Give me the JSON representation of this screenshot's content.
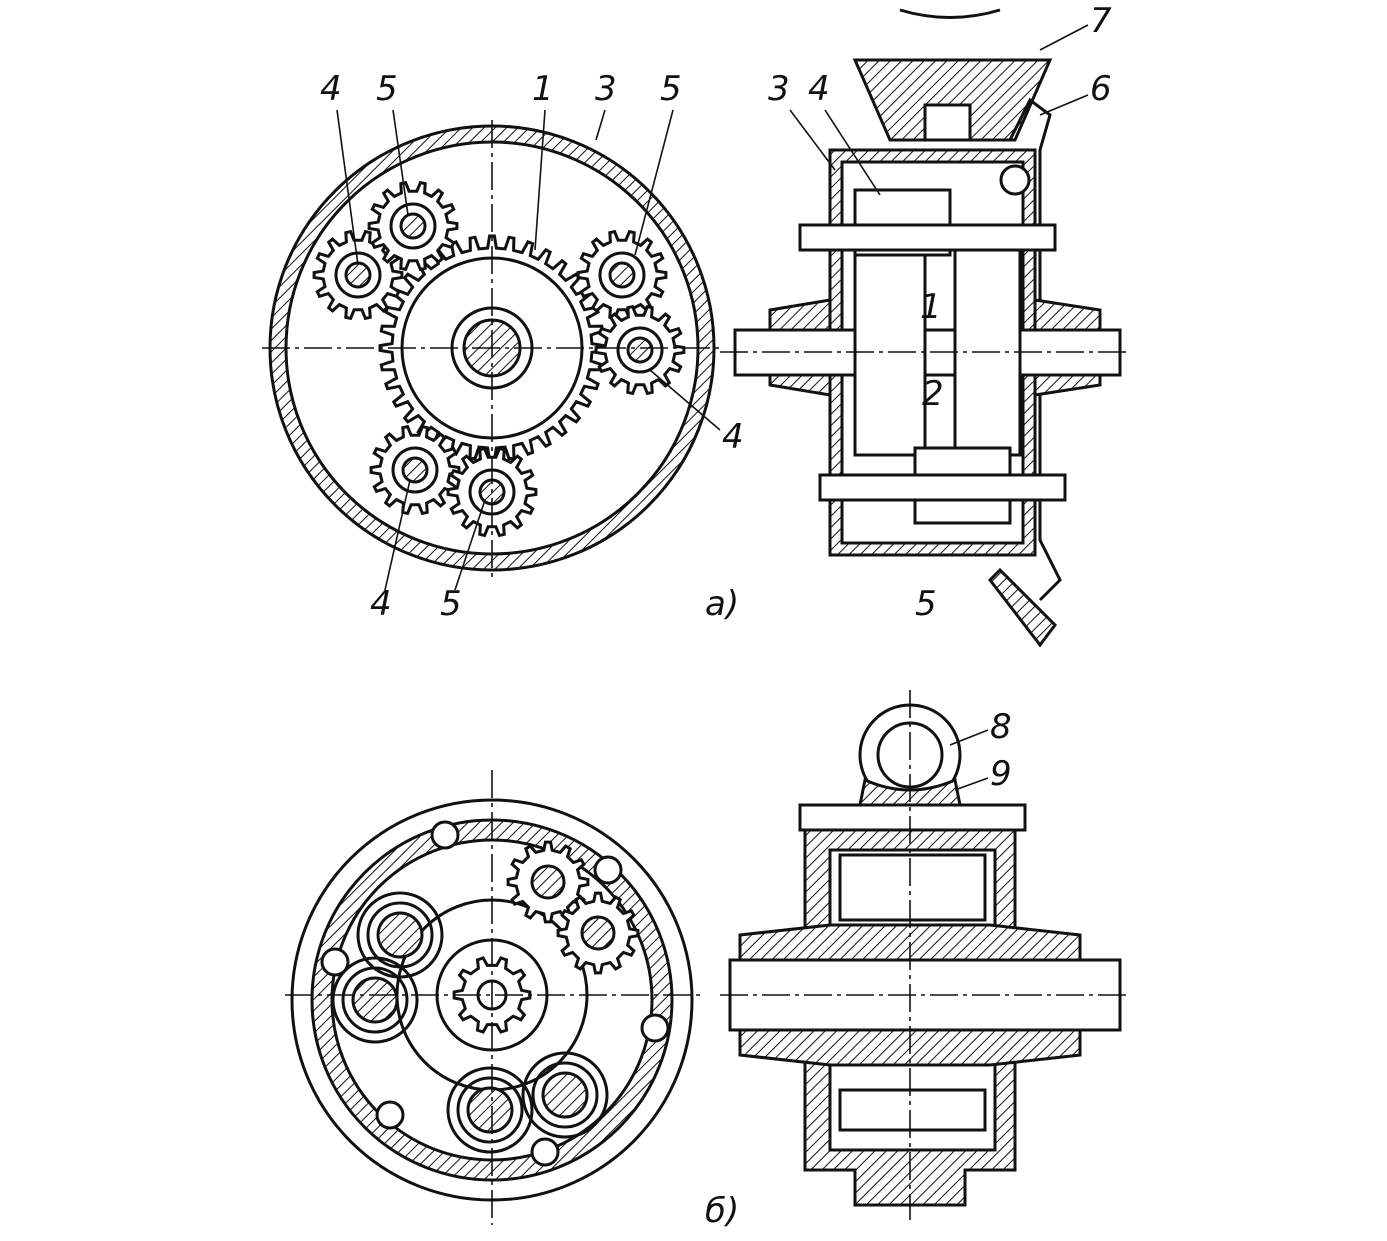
{
  "figure_a": {
    "caption": "а)",
    "front_view_labels": [
      "4",
      "5",
      "1",
      "3",
      "5",
      "4",
      "4",
      "5"
    ],
    "side_view_labels": [
      "3",
      "4",
      "7",
      "6",
      "1",
      "2",
      "5"
    ]
  },
  "figure_b": {
    "caption": "б)",
    "side_view_labels": [
      "8",
      "9"
    ]
  },
  "colors": {
    "ink": "#111111",
    "paper": "#ffffff"
  }
}
